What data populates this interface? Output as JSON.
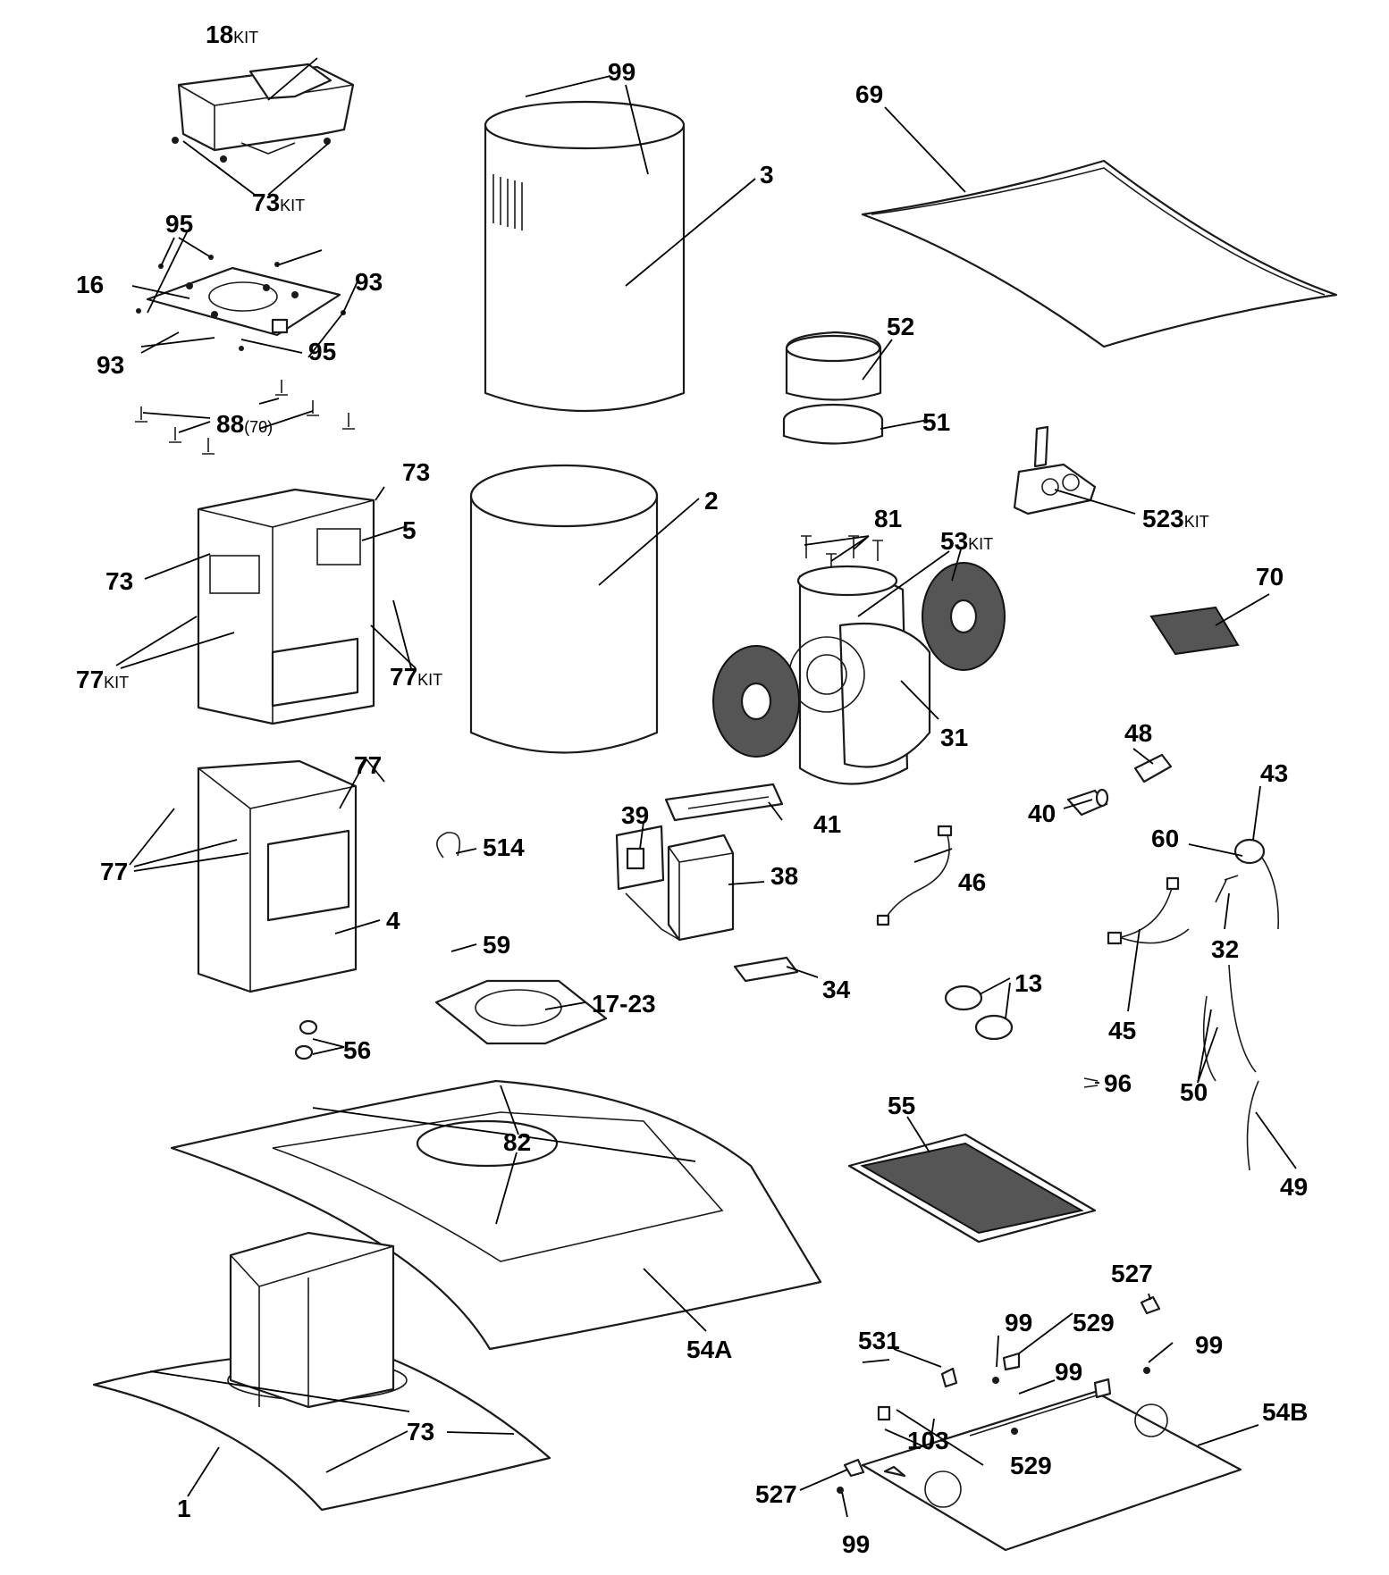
{
  "labels": {
    "p18": {
      "num": "18",
      "suffix": "KIT"
    },
    "p73a": {
      "num": "73",
      "suffix": "KIT"
    },
    "p95a": {
      "num": "95"
    },
    "p93a": {
      "num": "93"
    },
    "p16": {
      "num": "16"
    },
    "p93b": {
      "num": "93"
    },
    "p95b": {
      "num": "95"
    },
    "p88": {
      "num": "88",
      "suffix": "(70)"
    },
    "p73b": {
      "num": "73"
    },
    "p5": {
      "num": "5"
    },
    "p73c": {
      "num": "73"
    },
    "p77a": {
      "num": "77",
      "suffix": "KIT"
    },
    "p77b": {
      "num": "77",
      "suffix": "KIT"
    },
    "p77c": {
      "num": "77"
    },
    "p77d": {
      "num": "77"
    },
    "p4": {
      "num": "4"
    },
    "p56": {
      "num": "56"
    },
    "p99a": {
      "num": "99"
    },
    "p3": {
      "num": "3"
    },
    "p2": {
      "num": "2"
    },
    "p514": {
      "num": "514"
    },
    "p59": {
      "num": "59"
    },
    "p1723": {
      "num": "17-23"
    },
    "p69": {
      "num": "69"
    },
    "p52": {
      "num": "52"
    },
    "p51": {
      "num": "51"
    },
    "p523": {
      "num": "523",
      "suffix": "KIT"
    },
    "p81": {
      "num": "81"
    },
    "p53": {
      "num": "53",
      "suffix": "KIT"
    },
    "p70": {
      "num": "70"
    },
    "p31": {
      "num": "31"
    },
    "p48": {
      "num": "48"
    },
    "p43": {
      "num": "43"
    },
    "p40": {
      "num": "40"
    },
    "p60": {
      "num": "60"
    },
    "p39": {
      "num": "39"
    },
    "p41": {
      "num": "41"
    },
    "p38": {
      "num": "38"
    },
    "p46": {
      "num": "46"
    },
    "p32": {
      "num": "32"
    },
    "p34": {
      "num": "34"
    },
    "p13": {
      "num": "13"
    },
    "p45": {
      "num": "45"
    },
    "p96": {
      "num": "96"
    },
    "p50": {
      "num": "50"
    },
    "p55": {
      "num": "55"
    },
    "p49": {
      "num": "49"
    },
    "p82": {
      "num": "82"
    },
    "p54A": {
      "num": "54A"
    },
    "p73d": {
      "num": "73"
    },
    "p1": {
      "num": "1"
    },
    "p527a": {
      "num": "527"
    },
    "p531": {
      "num": "531"
    },
    "p99b": {
      "num": "99"
    },
    "p529a": {
      "num": "529"
    },
    "p99c": {
      "num": "99"
    },
    "p99d": {
      "num": "99"
    },
    "p54B": {
      "num": "54B"
    },
    "p103": {
      "num": "103"
    },
    "p529b": {
      "num": "529"
    },
    "p527b": {
      "num": "527"
    },
    "p99e": {
      "num": "99"
    }
  }
}
